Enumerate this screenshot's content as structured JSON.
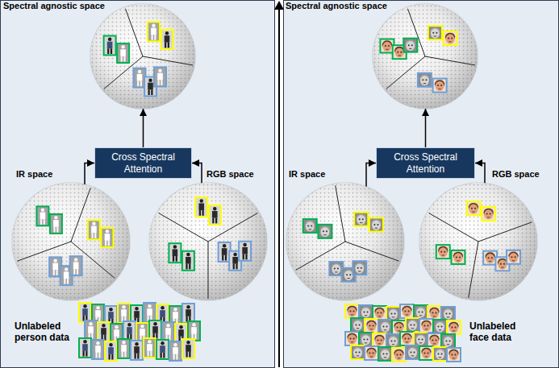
{
  "diagram": {
    "nodes": [
      {
        "text": [
          "Spectral agnostic space"
        ]
      },
      {
        "text": [
          "Cross Spectral Attention"
        ]
      },
      {
        "text": [
          "IR space"
        ]
      },
      {
        "text": [
          "RGB space"
        ]
      },
      {
        "text": [
          "Spectral agnostic space"
        ]
      },
      {
        "text": [
          "Cross Spectral Attention"
        ]
      },
      {
        "text": [
          "IR space"
        ]
      },
      {
        "text": [
          "RGB space"
        ]
      }
    ],
    "edges": [
      {
        "from": 1,
        "to": 0,
        "arrow": "to"
      },
      {
        "from": 2,
        "to": 1,
        "arrow": "to"
      },
      {
        "from": 3,
        "to": 1,
        "arrow": "to"
      },
      {
        "from": 5,
        "to": 4,
        "arrow": "to"
      },
      {
        "from": 6,
        "to": 5,
        "arrow": "to"
      },
      {
        "from": 7,
        "to": 5,
        "arrow": "to"
      }
    ],
    "labels": [
      "Unlabeled person data",
      "Unlabeled face data"
    ]
  }
}
